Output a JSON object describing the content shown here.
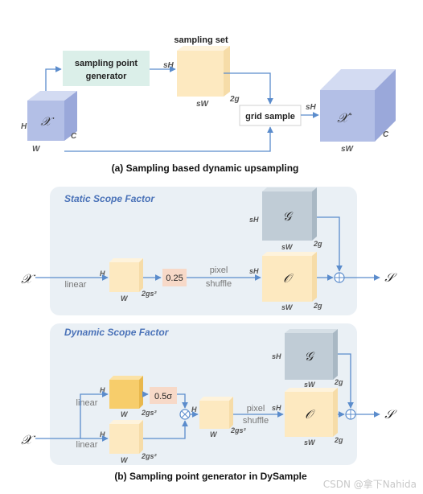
{
  "part_a": {
    "sampling_set_label": "sampling set",
    "generator_label_1": "sampling point",
    "generator_label_2": "generator",
    "grid_sample_label": "grid sample",
    "input_symbol": "𝒳",
    "output_symbol": "𝒳′",
    "dims": {
      "H": "H",
      "W": "W",
      "C": "C",
      "sH": "sH",
      "sW": "sW",
      "twog": "2g"
    },
    "caption": "(a) Sampling based dynamic upsampling"
  },
  "part_b": {
    "static": {
      "title": "Static Scope Factor",
      "input_symbol": "𝒳",
      "linear_label": "linear",
      "factor": "0.25",
      "pixel_label": "pixel",
      "shuffle_label": "shuffle",
      "G_symbol": "𝒢",
      "O_symbol": "𝒪",
      "S_symbol": "𝒮",
      "dims": {
        "H": "H",
        "W": "W",
        "twogs2": "2gs²",
        "sH": "sH",
        "sW": "sW",
        "twog": "2g"
      }
    },
    "dynamic": {
      "title": "Dynamic Scope Factor",
      "input_symbol": "𝒳",
      "linear_label": "linear",
      "factor": "0.5σ",
      "times_symbol": "⊗",
      "pixel_label": "pixel",
      "shuffle_label": "shuffle",
      "G_symbol": "𝒢",
      "O_symbol": "𝒪",
      "S_symbol": "𝒮",
      "dims": {
        "H": "H",
        "W": "W",
        "twogs2": "2gs²",
        "sH": "sH",
        "sW": "sW",
        "twog": "2g"
      }
    },
    "caption": "(b) Sampling point generator in DySample"
  },
  "watermark": "CSDN @拿下Nahida",
  "colors": {
    "arrow": "#5b8ccc",
    "cube_blue": "#b3bfe6",
    "feature_yellow": "#fde9c0",
    "feature_gold": "#f7cd6b",
    "generator_green": "#dbefe9",
    "grid_box": "#ffffff",
    "factor_box": "#f7d9c8",
    "G_box": "#c0ccd6",
    "panel_bg": "#eaf0f5",
    "section_title": "#4a72b8"
  }
}
